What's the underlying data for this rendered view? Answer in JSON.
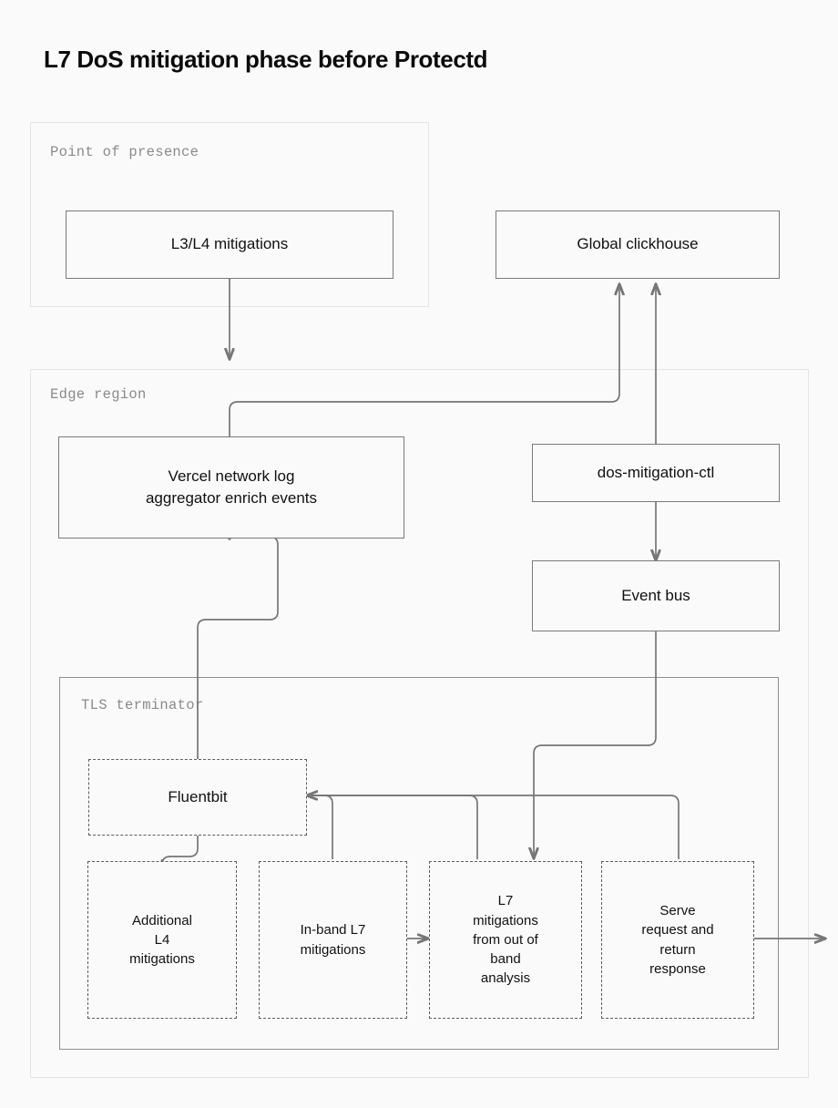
{
  "title": "L7 DoS mitigation phase before Protectd",
  "theme": {
    "background": "#fafafa",
    "node_border": "#7a7a7a",
    "dashed_border": "#5e5e5e",
    "group_border_light": "#e4e4e4",
    "group_border_medium": "#8f8f8f",
    "edge_color": "#767676",
    "label_color": "#8a8a8a",
    "text_color": "#111111"
  },
  "groups": [
    {
      "id": "pop",
      "label": "Point of presence"
    },
    {
      "id": "edge_region",
      "label": "Edge region"
    },
    {
      "id": "tls_terminator",
      "label": "TLS terminator"
    }
  ],
  "nodes": [
    {
      "id": "l34",
      "label": "L3/L4 mitigations",
      "style": "solid",
      "group": "pop"
    },
    {
      "id": "clickhouse",
      "label": "Global clickhouse",
      "style": "solid",
      "group": null
    },
    {
      "id": "vercel_log",
      "label": "Vercel network log\naggregator enrich events",
      "style": "solid",
      "group": "edge_region"
    },
    {
      "id": "dos_ctl",
      "label": "dos-mitigation-ctl",
      "style": "solid",
      "group": "edge_region"
    },
    {
      "id": "event_bus",
      "label": "Event bus",
      "style": "solid",
      "group": "edge_region"
    },
    {
      "id": "fluentbit",
      "label": "Fluentbit",
      "style": "dashed",
      "group": "tls_terminator"
    },
    {
      "id": "additional_l4",
      "label": "Additional\nL4\nmitigations",
      "style": "dashed",
      "group": "tls_terminator"
    },
    {
      "id": "inband_l7",
      "label": "In-band L7\nmitigations",
      "style": "dashed",
      "group": "tls_terminator"
    },
    {
      "id": "oob_l7",
      "label": "L7\nmitigations\nfrom out of\nband\nanalysis",
      "style": "dashed",
      "group": "tls_terminator"
    },
    {
      "id": "serve",
      "label": "Serve\nrequest and\nreturn\nresponse",
      "style": "dashed",
      "group": "tls_terminator"
    }
  ],
  "edges": [
    {
      "from": "l34",
      "to": "vercel_log",
      "arrow": true
    },
    {
      "from": "vercel_log",
      "to": "clickhouse",
      "arrow": true
    },
    {
      "from": "dos_ctl",
      "to": "clickhouse",
      "arrow": true
    },
    {
      "from": "dos_ctl",
      "to": "event_bus",
      "arrow": true
    },
    {
      "from": "event_bus",
      "to": "oob_l7",
      "arrow": true
    },
    {
      "from": "fluentbit",
      "to": "vercel_log",
      "arrow": true
    },
    {
      "from": "fluentbit",
      "to": "additional_l4",
      "arrow": true
    },
    {
      "from": "inband_l7",
      "to": "oob_l7",
      "arrow": true
    },
    {
      "from": "inband_l7",
      "to": "fluentbit",
      "arrow": true
    },
    {
      "from": "oob_l7",
      "to": "fluentbit",
      "arrow": true
    },
    {
      "from": "serve",
      "to": "fluentbit",
      "arrow": true
    },
    {
      "from": "serve",
      "to": "client",
      "arrow": true
    }
  ]
}
